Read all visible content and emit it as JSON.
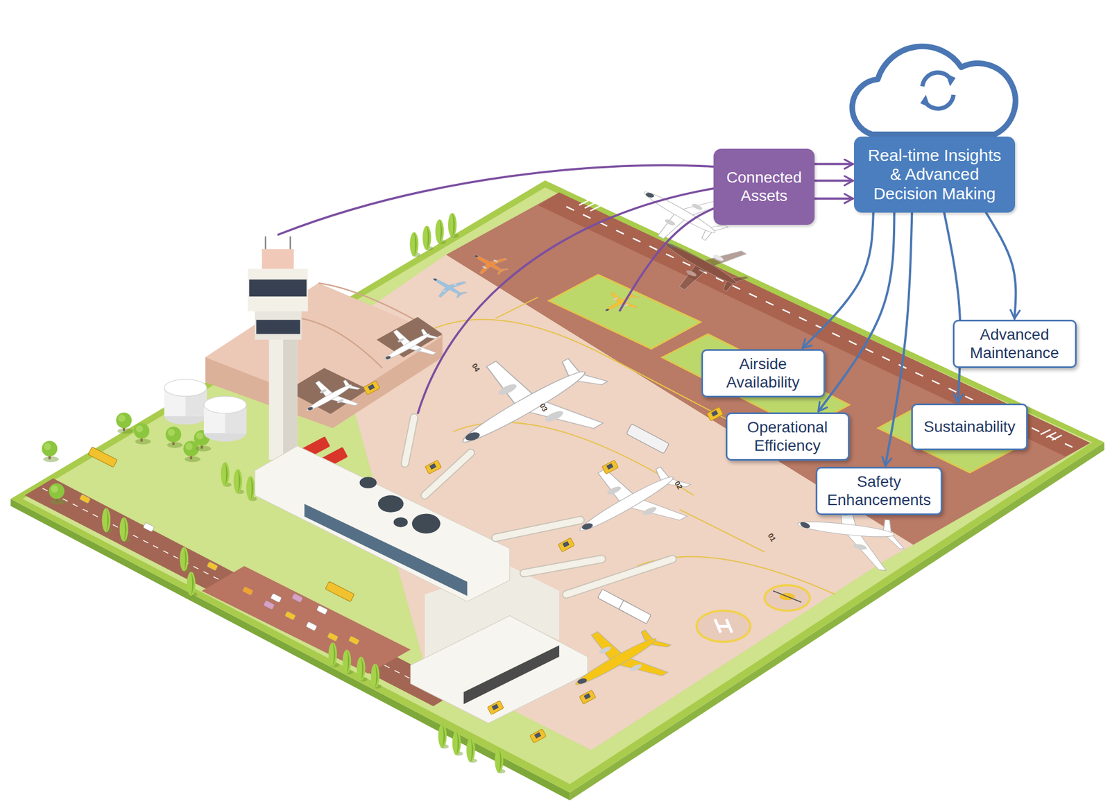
{
  "diagram": {
    "nodes": [
      {
        "text": [
          "Real-time Insights & Advanced Decision Making"
        ]
      },
      {
        "text": [
          "Connected Assets"
        ]
      },
      {
        "text": [
          "Airside Availability"
        ]
      },
      {
        "text": [
          "Operational Efficiency"
        ]
      },
      {
        "text": [
          "Safety Enhancements"
        ]
      },
      {
        "text": [
          "Sustainability"
        ]
      },
      {
        "text": [
          "Advanced Maintenance"
        ]
      }
    ],
    "edges": [
      {
        "from": 1,
        "to": 0,
        "arrow": "to"
      },
      {
        "from": 1,
        "to": 0,
        "arrow": "to"
      },
      {
        "from": 1,
        "to": 0,
        "arrow": "to"
      },
      {
        "from": 0,
        "to": 2,
        "arrow": "to"
      },
      {
        "from": 0,
        "to": 3,
        "arrow": "to"
      },
      {
        "from": 0,
        "to": 4,
        "arrow": "to"
      },
      {
        "from": 0,
        "to": 5,
        "arrow": "to"
      },
      {
        "from": 0,
        "to": 6,
        "arrow": "to"
      }
    ],
    "labels": [
      "04",
      "03",
      "02",
      "01"
    ]
  }
}
